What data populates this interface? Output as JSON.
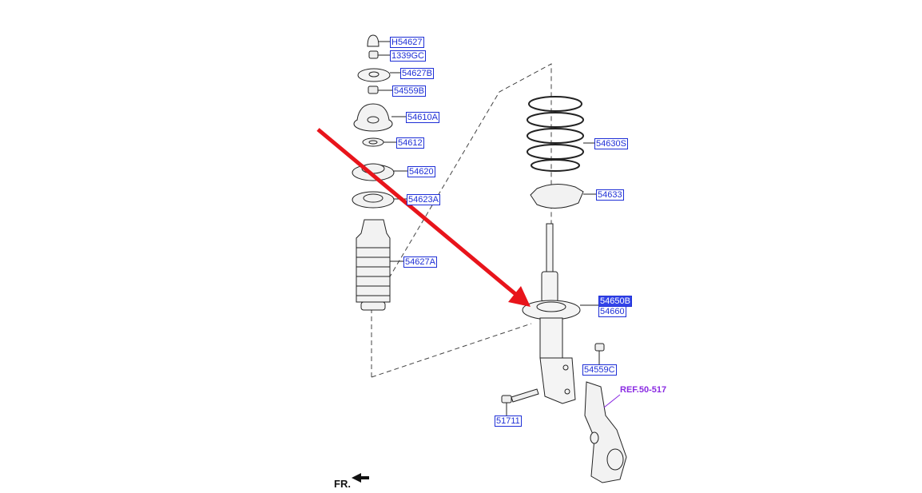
{
  "diagram": {
    "parts": [
      {
        "id": "p1",
        "label": "H54627"
      },
      {
        "id": "p2",
        "label": "1339GC"
      },
      {
        "id": "p3",
        "label": "54627B"
      },
      {
        "id": "p4",
        "label": "54559B"
      },
      {
        "id": "p5",
        "label": "54610A"
      },
      {
        "id": "p6",
        "label": "54612"
      },
      {
        "id": "p7",
        "label": "54620"
      },
      {
        "id": "p8",
        "label": "54623A"
      },
      {
        "id": "p9",
        "label": "54627A"
      },
      {
        "id": "p10",
        "label": "54630S"
      },
      {
        "id": "p11",
        "label": "54633"
      },
      {
        "id": "p12",
        "label": "54650B"
      },
      {
        "id": "p13",
        "label": "54660"
      },
      {
        "id": "p14",
        "label": "54559C"
      },
      {
        "id": "p15",
        "label": "51711"
      }
    ],
    "highlighted_part": "54650B",
    "reference": "REF.50-517",
    "orientation_label": "FR.",
    "colors": {
      "callout": "#1e2fd6",
      "highlight": "#3344e8",
      "reference": "#8a2be2",
      "arrow": "#e8141b",
      "line": "#333333"
    }
  }
}
